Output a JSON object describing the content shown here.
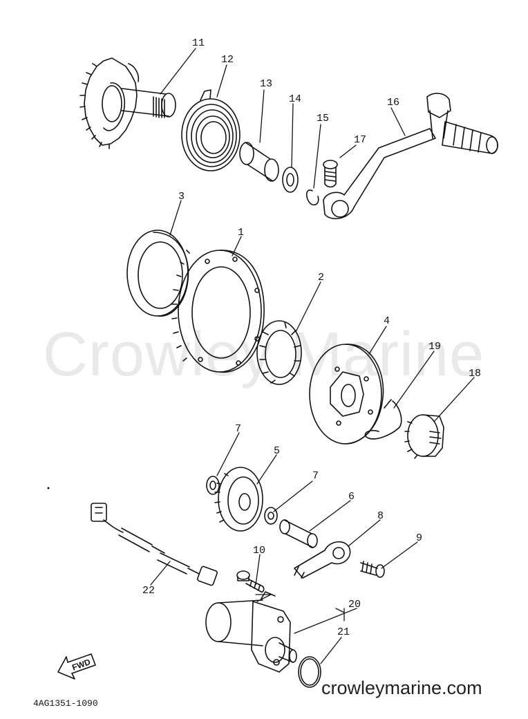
{
  "watermark": "Crowley Marine",
  "site_label": "crowleymarine.com",
  "drawing_code": "4AG1351-1090",
  "fwd_label": "FWD",
  "callouts": {
    "c1": "1",
    "c2": "2",
    "c3": "3",
    "c4": "4",
    "c5": "5",
    "c6": "6",
    "c7a": "7",
    "c7b": "7",
    "c8": "8",
    "c9": "9",
    "c10": "10",
    "c11": "11",
    "c12": "12",
    "c13": "13",
    "c14": "14",
    "c15": "15",
    "c16": "16",
    "c17": "17",
    "c18": "18",
    "c19": "19",
    "c20": "20",
    "c21": "21",
    "c22": "22"
  }
}
